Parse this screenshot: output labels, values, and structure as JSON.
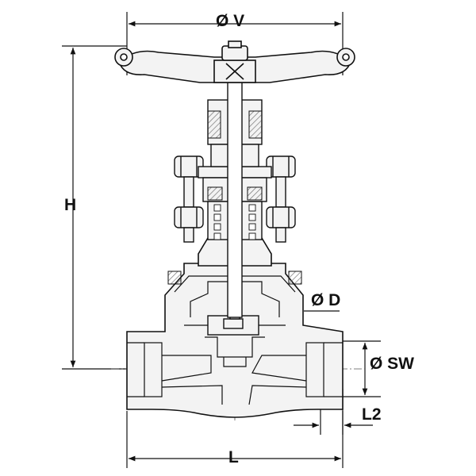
{
  "drawing": {
    "labels": {
      "handwheel_diameter": "Ø V",
      "height": "H",
      "bore_diameter": "Ø D",
      "socket_weld_diameter": "Ø SW",
      "socket_depth": "L2",
      "length": "L"
    }
  },
  "colors": {
    "line": "#111111",
    "fill": "#f3f3f3",
    "hatch": "#777777"
  }
}
